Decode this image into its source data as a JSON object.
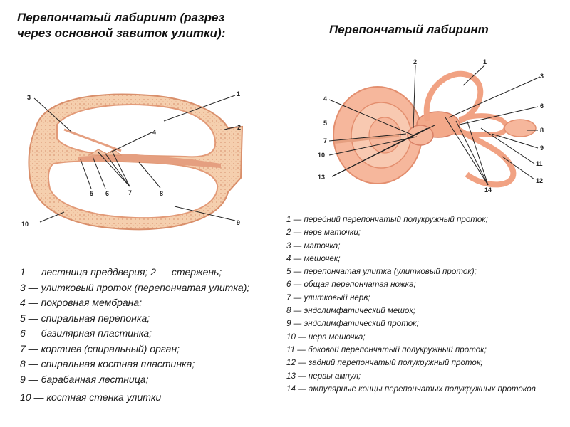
{
  "left_title": "Перепончатый лабиринт (разрез через основной завиток улитки):",
  "right_title": "Перепончатый лабиринт",
  "left_figure_numbers": [
    "1",
    "2",
    "3",
    "4",
    "5",
    "6",
    "7",
    "8",
    "9",
    "10"
  ],
  "right_figure_numbers": [
    "1",
    "2",
    "3",
    "4",
    "5",
    "6",
    "7",
    "8",
    "9",
    "10",
    "11",
    "12",
    "13",
    "14"
  ],
  "left_legend": [
    "1 — лестница преддверия; 2 — стержень;",
    "3 — улитковый проток (перепончатая улитка);",
    "4 — покровная мембрана;",
    "5 — спиральная перепонка;",
    "6 — базилярная пластинка;",
    "7 — кортиев (спиральный) орган;",
    "8 — спиральная костная пластинка;",
    "9 — барабанная лестница;",
    "10 — костная стенка улитки"
  ],
  "right_legend": [
    "1 — передний перепончатый полукружный проток;",
    "2 — нерв маточки;",
    "3 — маточка;",
    "4 — мешочек;",
    "5 — перепончатая улитка (улитковый проток);",
    "6 — общая перепончатая ножка;",
    "7 — улитковый нерв;",
    "8 — эндолимфатический мешок;",
    "9 — эндолимфатический проток;",
    "10 — нерв мешочка;",
    "11 — боковой перепончатый полукружный проток;",
    "12 — задний перепончатый полукружный проток;",
    "13 — нервы ампул;",
    "14 — ампулярные концы перепончатых полукружных протоков"
  ],
  "colors": {
    "bone": "#f3c3a0",
    "bone_dark": "#d98f6b",
    "tissue": "#f6b79c",
    "duct": "#f0a98a"
  }
}
